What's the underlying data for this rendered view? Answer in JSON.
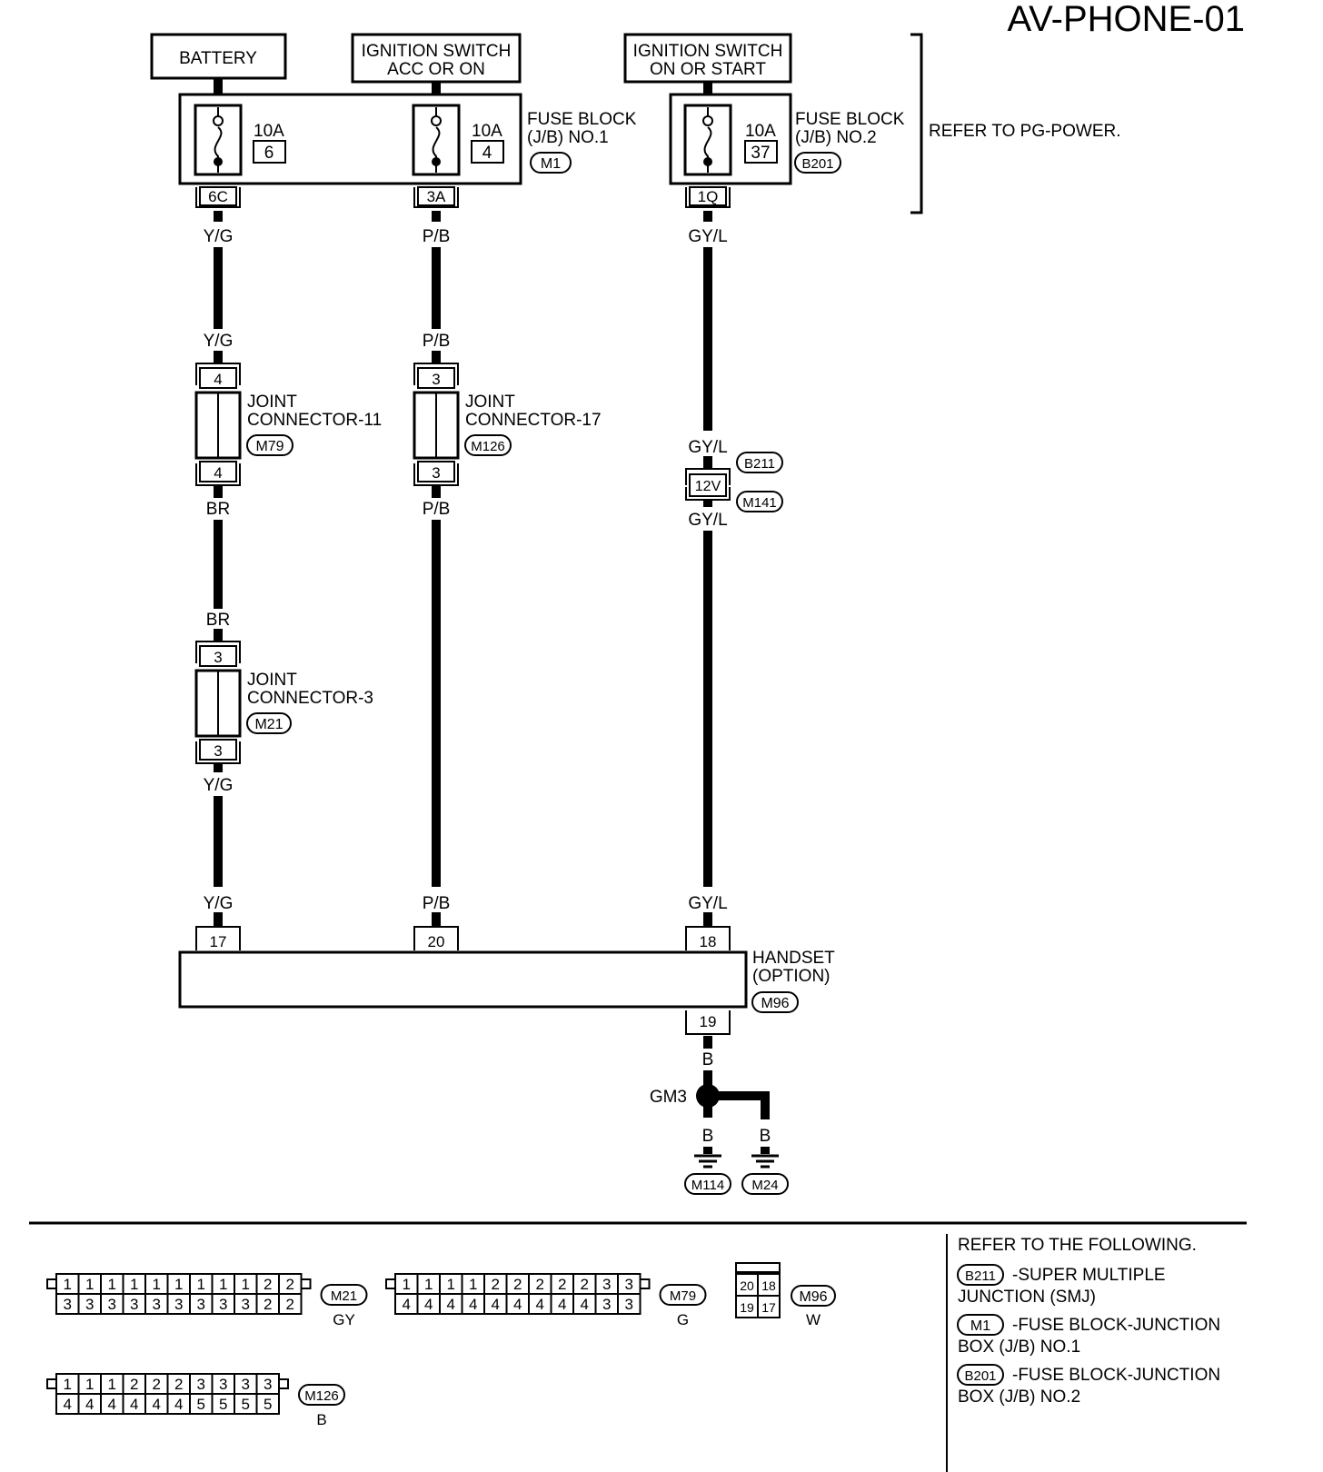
{
  "page_title": "AV-PHONE-01",
  "power_sources": {
    "battery": "BATTERY",
    "ign_acc_line1": "IGNITION SWITCH",
    "ign_acc_line2": "ACC OR ON",
    "ign_on_line1": "IGNITION SWITCH",
    "ign_on_line2": "ON OR START"
  },
  "fuse_block_1": {
    "line1": "FUSE BLOCK",
    "line2": "(J/B) NO.1",
    "code": "M1",
    "fuse_a": {
      "amp": "10A",
      "num": "6",
      "terminal": "6C"
    },
    "fuse_b": {
      "amp": "10A",
      "num": "4",
      "terminal": "3A"
    }
  },
  "fuse_block_2": {
    "line1": "FUSE BLOCK",
    "line2": "(J/B) NO.2",
    "code": "B201",
    "fuse": {
      "amp": "10A",
      "num": "37",
      "terminal": "1Q"
    }
  },
  "refer_power": "REFER TO PG-POWER.",
  "wires": {
    "yg": "Y/G",
    "pb": "P/B",
    "gyl": "GY/L",
    "br": "BR",
    "b": "B"
  },
  "joint_connectors": {
    "jc11": {
      "line1": "JOINT",
      "line2": "CONNECTOR-11",
      "code": "M79",
      "pin_top": "4",
      "pin_bottom": "4"
    },
    "jc17": {
      "line1": "JOINT",
      "line2": "CONNECTOR-17",
      "code": "M126",
      "pin_top": "3",
      "pin_bottom": "3"
    },
    "jc3": {
      "line1": "JOINT",
      "line2": "CONNECTOR-3",
      "code": "M21",
      "pin_top": "3",
      "pin_bottom": "3"
    }
  },
  "smj": {
    "code_top": "B211",
    "pin": "12V",
    "code_bottom": "M141"
  },
  "handset": {
    "line1": "HANDSET",
    "line2": "(OPTION)",
    "code": "M96",
    "pins_top": [
      "17",
      "20",
      "18"
    ],
    "pin_bottom": "19"
  },
  "ground": {
    "splice": "GM3",
    "codes": [
      "M114",
      "M24"
    ]
  },
  "connector_views": {
    "m21": {
      "code": "M21",
      "color": "GY",
      "top": [
        "1",
        "1",
        "1",
        "1",
        "1",
        "1",
        "1",
        "1",
        "1",
        "2",
        "2"
      ],
      "bottom": [
        "3",
        "3",
        "3",
        "3",
        "3",
        "3",
        "3",
        "3",
        "3",
        "2",
        "2"
      ]
    },
    "m79": {
      "code": "M79",
      "color": "G",
      "top": [
        "1",
        "1",
        "1",
        "1",
        "2",
        "2",
        "2",
        "2",
        "2",
        "3",
        "3"
      ],
      "bottom": [
        "4",
        "4",
        "4",
        "4",
        "4",
        "4",
        "4",
        "4",
        "4",
        "3",
        "3"
      ]
    },
    "m96": {
      "code": "M96",
      "color": "W",
      "top": [
        "20",
        "18"
      ],
      "bottom": [
        "19",
        "17"
      ]
    },
    "m126": {
      "code": "M126",
      "color": "B",
      "top": [
        "1",
        "1",
        "1",
        "2",
        "2",
        "2",
        "3",
        "3",
        "3",
        "3"
      ],
      "bottom": [
        "4",
        "4",
        "4",
        "4",
        "4",
        "4",
        "5",
        "5",
        "5",
        "5"
      ]
    }
  },
  "references": {
    "title": "REFER TO THE FOLLOWING.",
    "items": [
      {
        "code": "B211",
        "line1": "-SUPER MULTIPLE",
        "line2": "JUNCTION (SMJ)"
      },
      {
        "code": "M1",
        "line1": "-FUSE BLOCK-JUNCTION",
        "line2": "BOX (J/B) NO.1"
      },
      {
        "code": "B201",
        "line1": "-FUSE BLOCK-JUNCTION",
        "line2": "BOX (J/B) NO.2"
      }
    ]
  }
}
